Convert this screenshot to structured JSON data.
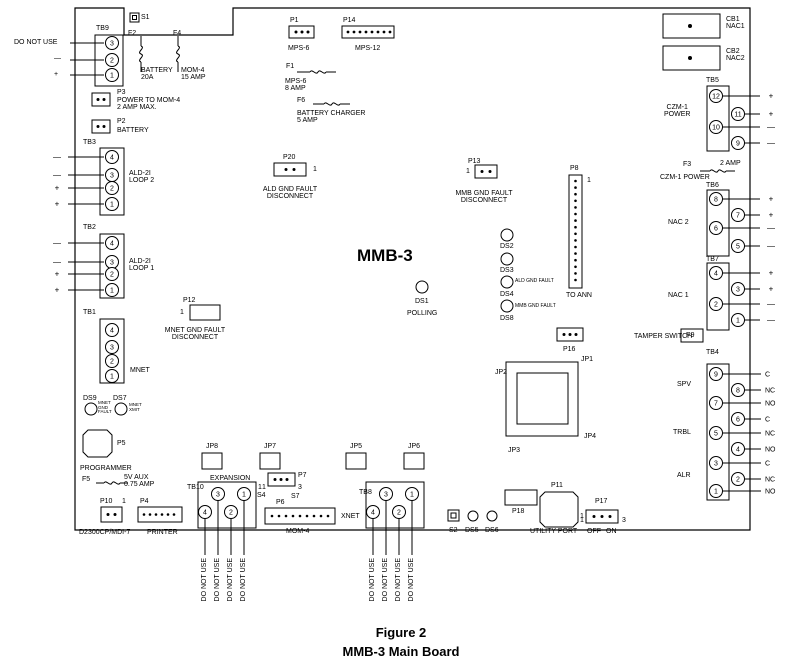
{
  "figure": {
    "caption": "Figure 2",
    "title": "MMB-3 Main Board"
  },
  "board": {
    "name": "MMB-3"
  },
  "terminals": {
    "tb9": {
      "label": "TB9",
      "pins": [
        "3",
        "2",
        "1"
      ],
      "side_labels": [
        "DO NOT USE",
        "—",
        "+"
      ]
    },
    "tb3": {
      "label": "TB3",
      "pins": [
        "4",
        "3",
        "2",
        "1"
      ],
      "side_labels": [
        "—",
        "—",
        "+",
        "+"
      ],
      "name": "ALD-2I\nLOOP 2"
    },
    "tb2": {
      "label": "TB2",
      "pins": [
        "4",
        "3",
        "2",
        "1"
      ],
      "side_labels": [
        "—",
        "—",
        "+",
        "+"
      ],
      "name": "ALD-2I\nLOOP 1"
    },
    "tb1": {
      "label": "TB1",
      "pins": [
        "4",
        "3",
        "2",
        "1"
      ],
      "name": "MNET"
    },
    "tb5": {
      "label": "TB5",
      "pins": [
        "12",
        "11",
        "10",
        "9"
      ],
      "side_labels": [
        "+",
        "+",
        "—",
        "—"
      ],
      "name": "CZM-1\nPOWER"
    },
    "tb6": {
      "label": "TB6",
      "pins": [
        "8",
        "7",
        "6",
        "5"
      ],
      "side_labels": [
        "+",
        "+",
        "—",
        "—"
      ],
      "name": "NAC 2"
    },
    "tb7": {
      "label": "TB7",
      "pins": [
        "4",
        "3",
        "2",
        "1"
      ],
      "side_labels": [
        "+",
        "+",
        "—",
        "—"
      ],
      "name": "NAC 1"
    },
    "tb4": {
      "label": "TB4",
      "pins": [
        "9",
        "8",
        "7",
        "6",
        "5",
        "4",
        "3",
        "2",
        "1"
      ],
      "side_labels": [
        "C",
        "NC",
        "NO",
        "C",
        "NC",
        "NO",
        "C",
        "NC",
        "NO"
      ],
      "groups": [
        "SPV",
        "TRBL",
        "ALR"
      ]
    },
    "tb10": {
      "label": "TB10",
      "pins": [
        "4",
        "3",
        "2",
        "1"
      ]
    },
    "tb8": {
      "label": "TB8",
      "pins": [
        "4",
        "3",
        "2",
        "1"
      ]
    },
    "do_not_use": "DO NOT USE"
  },
  "labels": {
    "s1": "S1",
    "f2": "F2",
    "f4": "F4",
    "battery_fuse": "BATTERY\n20A",
    "mom4_fuse": "MOM-4\n15 AMP",
    "p3": "P3",
    "p3_desc": "POWER TO MOM-4\n2 AMP MAX.",
    "p2": "P2",
    "p2_desc": "BATTERY",
    "p1": "P1",
    "p1_desc": "MPS-6",
    "p14": "P14",
    "p14_desc": "MPS-12",
    "f1": "F1",
    "f1_desc": "MPS-6\n8 AMP",
    "f6": "F6",
    "f6_desc": "BATTERY CHARGER\n5 AMP",
    "cb1": "CB1\nNAC1",
    "cb2": "CB2\nNAC2",
    "f3": "F3",
    "f3_amp": "2 AMP",
    "f3_desc": "CZM-1 POWER",
    "p20": "P20",
    "p20_pin": "1",
    "p20_desc": "ALD GND FAULT\nDISCONNECT",
    "p13": "P13",
    "p13_pin": "1",
    "p13_desc": "MMB GND FAULT\nDISCONNECT",
    "p8": "P8",
    "p8_pin": "1",
    "p8_desc": "TO ANN",
    "ds2": "DS2",
    "ds3": "DS3",
    "ds4": "DS4",
    "ds4_desc": "ALD GND FAULT",
    "ds8": "DS8",
    "ds8_desc": "MMB GND FAULT",
    "ds1": "DS1",
    "ds1_desc": "POLLING",
    "p12": "P12",
    "p12_pin": "1",
    "p12_desc": "MNET GND FAULT\nDISCONNECT",
    "p16": "P16",
    "jp1": "JP1",
    "jp2": "JP2",
    "jp3": "JP3",
    "jp4": "JP4",
    "p9": "P9",
    "tamper": "TAMPER SWITCH",
    "ds9": "DS9",
    "ds9_desc": "MNET\nGND\nFAULT",
    "ds7": "DS7",
    "ds7_desc": "MNET\nXMIT",
    "p5": "P5",
    "programmer": "PROGRAMMER",
    "f5": "F5",
    "f5_desc": "5V AUX\n0.75 AMP",
    "p10": "P10",
    "p10_pin": "1",
    "p10_desc": "D2300CP/MDI-7",
    "p4": "P4",
    "p4_desc": "PRINTER",
    "jp8": "JP8",
    "jp7": "JP7",
    "jp5": "JP5",
    "jp6": "JP6",
    "expansion": "EXPANSION",
    "p7": "P7",
    "p7_pin1": "1",
    "p7_pin3": "3",
    "s4": "S4",
    "s4_pin": "1",
    "s7": "S7",
    "p6": "P6",
    "p6_desc": "MOM-4",
    "xnet": "XNET",
    "s2": "S2",
    "ds5": "DS5",
    "ds6": "DS6",
    "p18": "P18",
    "p11": "P11",
    "p11_pin": "1",
    "p11_desc": "UTILITY PORT",
    "p17": "P17",
    "p17_pin1": "1",
    "p17_pin3": "3",
    "off": "OFF",
    "on": "ON"
  }
}
